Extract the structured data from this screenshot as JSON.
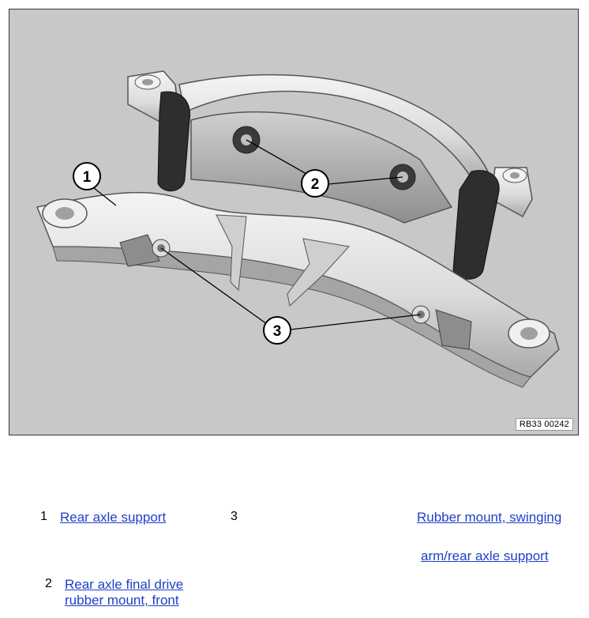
{
  "figure": {
    "code": "RB33 00242",
    "callouts": [
      "1",
      "2",
      "3"
    ]
  },
  "legend": [
    {
      "number": "1",
      "label": "Rear axle support"
    },
    {
      "number": "2",
      "label_line1": "Rear axle final drive",
      "label_line2": "rubber mount, front"
    },
    {
      "number": "3",
      "label_line1": "Rubber mount, swinging",
      "label_line2": "arm/rear axle support"
    }
  ],
  "colors": {
    "background": "#c8c8c8",
    "part": "#e6e6e6",
    "rubber": "#2e2e2e",
    "link": "#1f3fc8"
  }
}
